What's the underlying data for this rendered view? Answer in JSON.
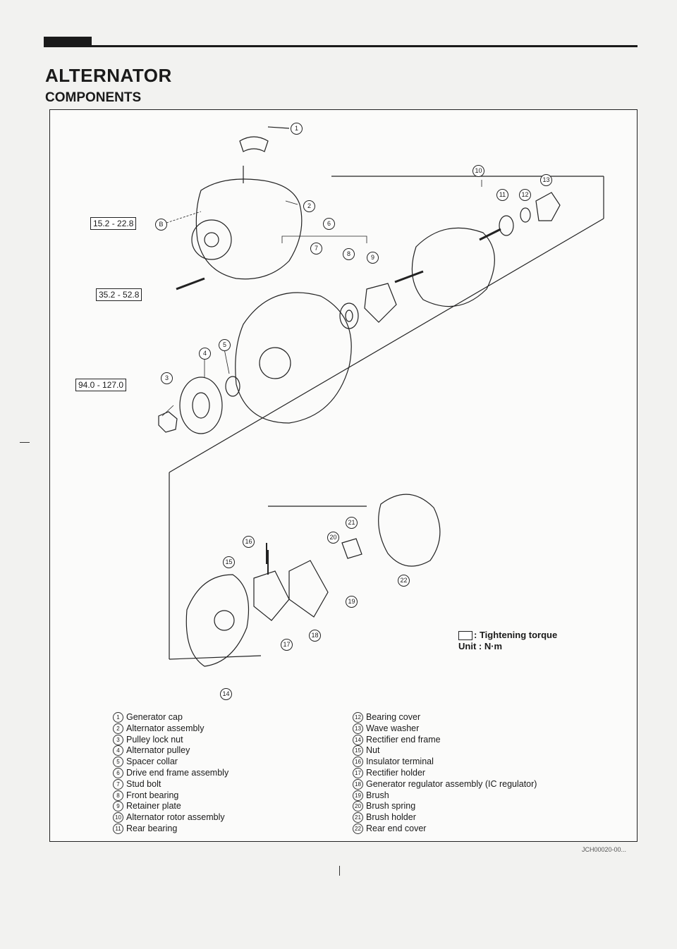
{
  "header": {
    "title": "ALTERNATOR",
    "subtitle": "COMPONENTS"
  },
  "torque_values": [
    {
      "value": "15.2 - 22.8",
      "ref": "B"
    },
    {
      "value": "35.2 - 52.8"
    },
    {
      "value": "94.0 - 127.0"
    }
  ],
  "legend": {
    "torque_label": ": Tightening torque",
    "unit_label": "Unit : N·m"
  },
  "parts_left": [
    {
      "num": "1",
      "name": "Generator cap"
    },
    {
      "num": "2",
      "name": "Alternator assembly"
    },
    {
      "num": "3",
      "name": "Pulley lock nut"
    },
    {
      "num": "4",
      "name": "Alternator pulley"
    },
    {
      "num": "5",
      "name": "Spacer collar"
    },
    {
      "num": "6",
      "name": "Drive end frame assembly"
    },
    {
      "num": "7",
      "name": "Stud bolt"
    },
    {
      "num": "8",
      "name": "Front bearing"
    },
    {
      "num": "9",
      "name": "Retainer plate"
    },
    {
      "num": "10",
      "name": "Alternator rotor assembly"
    },
    {
      "num": "11",
      "name": "Rear bearing"
    }
  ],
  "parts_right": [
    {
      "num": "12",
      "name": "Bearing cover"
    },
    {
      "num": "13",
      "name": "Wave washer"
    },
    {
      "num": "14",
      "name": "Rectifier end frame"
    },
    {
      "num": "15",
      "name": "Nut"
    },
    {
      "num": "16",
      "name": "Insulator terminal"
    },
    {
      "num": "17",
      "name": "Rectifier holder"
    },
    {
      "num": "18",
      "name": "Generator regulator assembly (IC regulator)"
    },
    {
      "num": "19",
      "name": "Brush"
    },
    {
      "num": "20",
      "name": "Brush spring"
    },
    {
      "num": "21",
      "name": "Brush holder"
    },
    {
      "num": "22",
      "name": "Rear end cover"
    }
  ],
  "footer": {
    "code": "JCH00020-00..."
  }
}
